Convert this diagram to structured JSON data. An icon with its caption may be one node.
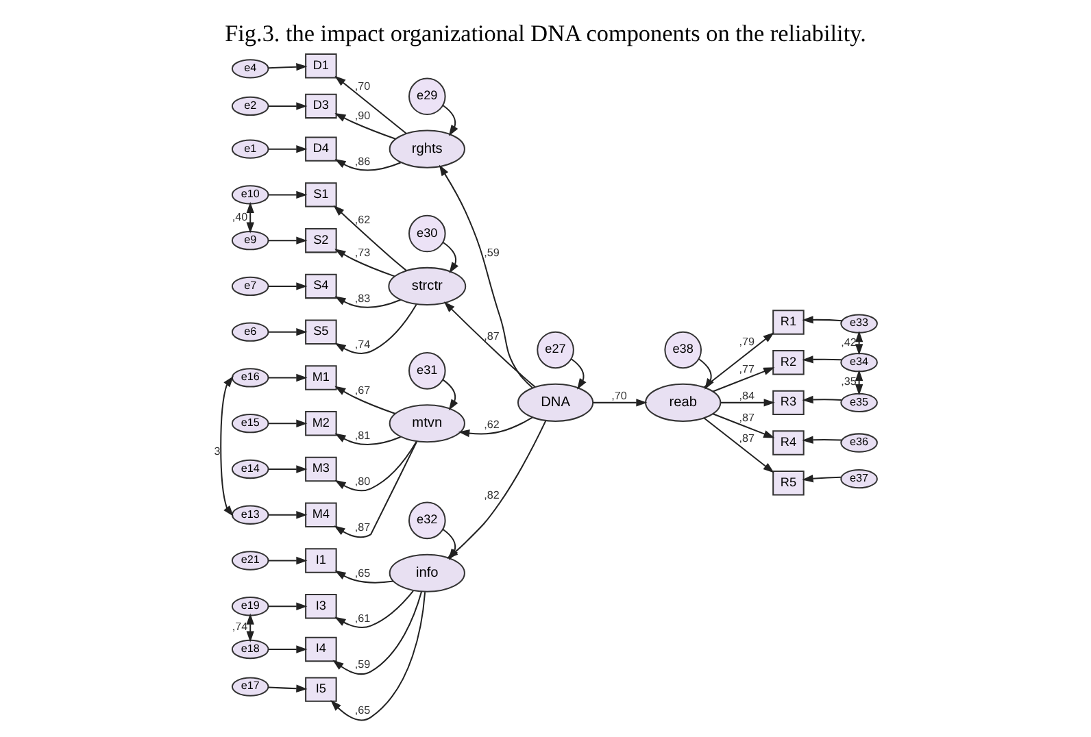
{
  "diagram": {
    "title": "Fig.3. the impact organizational DNA components on the reliability.",
    "nodes": [
      {
        "text": [
          "DNA"
        ]
      },
      {
        "text": [
          "e27"
        ]
      },
      {
        "text": [
          "rghts"
        ]
      },
      {
        "text": [
          "e29"
        ]
      },
      {
        "text": [
          "D1"
        ]
      },
      {
        "text": [
          "D3"
        ]
      },
      {
        "text": [
          "D4"
        ]
      },
      {
        "text": [
          "e4"
        ]
      },
      {
        "text": [
          "e2"
        ]
      },
      {
        "text": [
          "e1"
        ]
      },
      {
        "text": [
          "strctr"
        ]
      },
      {
        "text": [
          "e30"
        ]
      },
      {
        "text": [
          "S1"
        ]
      },
      {
        "text": [
          "S2"
        ]
      },
      {
        "text": [
          "S4"
        ]
      },
      {
        "text": [
          "S5"
        ]
      },
      {
        "text": [
          "e10"
        ]
      },
      {
        "text": [
          "e9"
        ]
      },
      {
        "text": [
          "e7"
        ]
      },
      {
        "text": [
          "e6"
        ]
      },
      {
        "text": [
          "mtvn"
        ]
      },
      {
        "text": [
          "e31"
        ]
      },
      {
        "text": [
          "M1"
        ]
      },
      {
        "text": [
          "M2"
        ]
      },
      {
        "text": [
          "M3"
        ]
      },
      {
        "text": [
          "M4"
        ]
      },
      {
        "text": [
          "e16"
        ]
      },
      {
        "text": [
          "e15"
        ]
      },
      {
        "text": [
          "e14"
        ]
      },
      {
        "text": [
          "e13"
        ]
      },
      {
        "text": [
          "info"
        ]
      },
      {
        "text": [
          "e32"
        ]
      },
      {
        "text": [
          "I1"
        ]
      },
      {
        "text": [
          "I3"
        ]
      },
      {
        "text": [
          "I4"
        ]
      },
      {
        "text": [
          "I5"
        ]
      },
      {
        "text": [
          "e21"
        ]
      },
      {
        "text": [
          "e19"
        ]
      },
      {
        "text": [
          "e18"
        ]
      },
      {
        "text": [
          "e17"
        ]
      },
      {
        "text": [
          "reab"
        ]
      },
      {
        "text": [
          "e38"
        ]
      },
      {
        "text": [
          "R1"
        ]
      },
      {
        "text": [
          "R2"
        ]
      },
      {
        "text": [
          "R3"
        ]
      },
      {
        "text": [
          "R4"
        ]
      },
      {
        "text": [
          "R5"
        ]
      },
      {
        "text": [
          "e33"
        ]
      },
      {
        "text": [
          "e34"
        ]
      },
      {
        "text": [
          "e35"
        ]
      },
      {
        "text": [
          "e36"
        ]
      },
      {
        "text": [
          "e37"
        ]
      }
    ],
    "edges": [
      {
        "from": 0,
        "to": 2,
        "arrow": "to",
        "label": ",59"
      },
      {
        "from": 0,
        "to": 10,
        "arrow": "to",
        "label": ",87"
      },
      {
        "from": 0,
        "to": 20,
        "arrow": "to",
        "label": ",62"
      },
      {
        "from": 0,
        "to": 30,
        "arrow": "to",
        "label": ",82"
      },
      {
        "from": 0,
        "to": 40,
        "arrow": "to",
        "label": ",70"
      },
      {
        "from": 1,
        "to": 0,
        "arrow": "to"
      },
      {
        "from": 3,
        "to": 2,
        "arrow": "to"
      },
      {
        "from": 11,
        "to": 10,
        "arrow": "to"
      },
      {
        "from": 21,
        "to": 20,
        "arrow": "to"
      },
      {
        "from": 31,
        "to": 30,
        "arrow": "to"
      },
      {
        "from": 41,
        "to": 40,
        "arrow": "to"
      },
      {
        "from": 2,
        "to": 4,
        "arrow": "to",
        "label": ",70"
      },
      {
        "from": 2,
        "to": 5,
        "arrow": "to",
        "label": ",90"
      },
      {
        "from": 2,
        "to": 6,
        "arrow": "to",
        "label": ",86"
      },
      {
        "from": 10,
        "to": 12,
        "arrow": "to",
        "label": ",62"
      },
      {
        "from": 10,
        "to": 13,
        "arrow": "to",
        "label": ",73"
      },
      {
        "from": 10,
        "to": 14,
        "arrow": "to",
        "label": ",83"
      },
      {
        "from": 10,
        "to": 15,
        "arrow": "to",
        "label": ",74"
      },
      {
        "from": 20,
        "to": 22,
        "arrow": "to",
        "label": ",67"
      },
      {
        "from": 20,
        "to": 23,
        "arrow": "to",
        "label": ",81"
      },
      {
        "from": 20,
        "to": 24,
        "arrow": "to",
        "label": ",80"
      },
      {
        "from": 20,
        "to": 25,
        "arrow": "to",
        "label": ",87"
      },
      {
        "from": 30,
        "to": 32,
        "arrow": "to",
        "label": ",65"
      },
      {
        "from": 30,
        "to": 33,
        "arrow": "to",
        "label": ",61"
      },
      {
        "from": 30,
        "to": 34,
        "arrow": "to",
        "label": ",59"
      },
      {
        "from": 30,
        "to": 35,
        "arrow": "to",
        "label": ",65"
      },
      {
        "from": 40,
        "to": 42,
        "arrow": "to",
        "label": ",79"
      },
      {
        "from": 40,
        "to": 43,
        "arrow": "to",
        "label": ",77"
      },
      {
        "from": 40,
        "to": 44,
        "arrow": "to",
        "label": ",84"
      },
      {
        "from": 40,
        "to": 45,
        "arrow": "to",
        "label": ",87"
      },
      {
        "from": 40,
        "to": 46,
        "arrow": "to",
        "label": ",87"
      },
      {
        "from": 7,
        "to": 4,
        "arrow": "to"
      },
      {
        "from": 8,
        "to": 5,
        "arrow": "to"
      },
      {
        "from": 9,
        "to": 6,
        "arrow": "to"
      },
      {
        "from": 16,
        "to": 12,
        "arrow": "to"
      },
      {
        "from": 17,
        "to": 13,
        "arrow": "to"
      },
      {
        "from": 18,
        "to": 14,
        "arrow": "to"
      },
      {
        "from": 19,
        "to": 15,
        "arrow": "to"
      },
      {
        "from": 26,
        "to": 22,
        "arrow": "to"
      },
      {
        "from": 27,
        "to": 23,
        "arrow": "to"
      },
      {
        "from": 28,
        "to": 24,
        "arrow": "to"
      },
      {
        "from": 29,
        "to": 25,
        "arrow": "to"
      },
      {
        "from": 36,
        "to": 32,
        "arrow": "to"
      },
      {
        "from": 37,
        "to": 33,
        "arrow": "to"
      },
      {
        "from": 38,
        "to": 34,
        "arrow": "to"
      },
      {
        "from": 39,
        "to": 35,
        "arrow": "to"
      },
      {
        "from": 47,
        "to": 42,
        "arrow": "to"
      },
      {
        "from": 48,
        "to": 43,
        "arrow": "to"
      },
      {
        "from": 49,
        "to": 44,
        "arrow": "to"
      },
      {
        "from": 50,
        "to": 45,
        "arrow": "to"
      },
      {
        "from": 51,
        "to": 46,
        "arrow": "to"
      },
      {
        "from": 16,
        "to": 17,
        "arrow": "both",
        "label": ",40"
      },
      {
        "from": 26,
        "to": 29,
        "arrow": "both",
        "label": "3"
      },
      {
        "from": 37,
        "to": 38,
        "arrow": "both",
        "label": ",74"
      },
      {
        "from": 47,
        "to": 48,
        "arrow": "both",
        "label": ",42"
      },
      {
        "from": 48,
        "to": 49,
        "arrow": "both",
        "label": ",35"
      }
    ]
  }
}
